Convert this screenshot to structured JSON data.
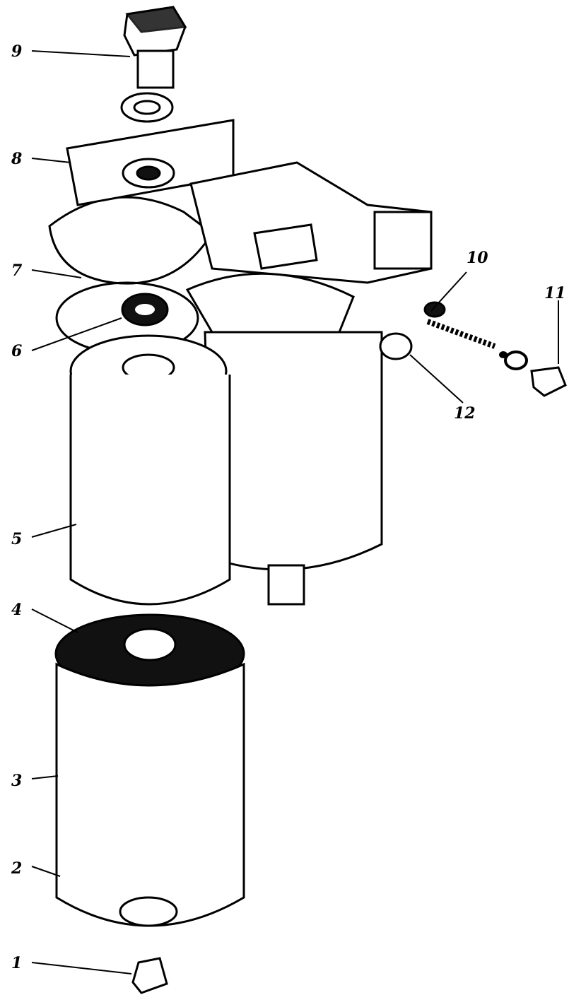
{
  "figure": {
    "callouts": [
      {
        "id": "c9",
        "label": "9"
      },
      {
        "id": "c8",
        "label": "8"
      },
      {
        "id": "c7",
        "label": "7"
      },
      {
        "id": "c6",
        "label": "6"
      },
      {
        "id": "c10",
        "label": "10"
      },
      {
        "id": "c11",
        "label": "11"
      },
      {
        "id": "c12",
        "label": "12"
      },
      {
        "id": "c5",
        "label": "5"
      },
      {
        "id": "c4",
        "label": "4"
      },
      {
        "id": "c3",
        "label": "3"
      },
      {
        "id": "c2",
        "label": "2"
      },
      {
        "id": "c1",
        "label": "1"
      }
    ],
    "colors": {
      "ink": "#000000",
      "paper": "#ffffff"
    }
  }
}
